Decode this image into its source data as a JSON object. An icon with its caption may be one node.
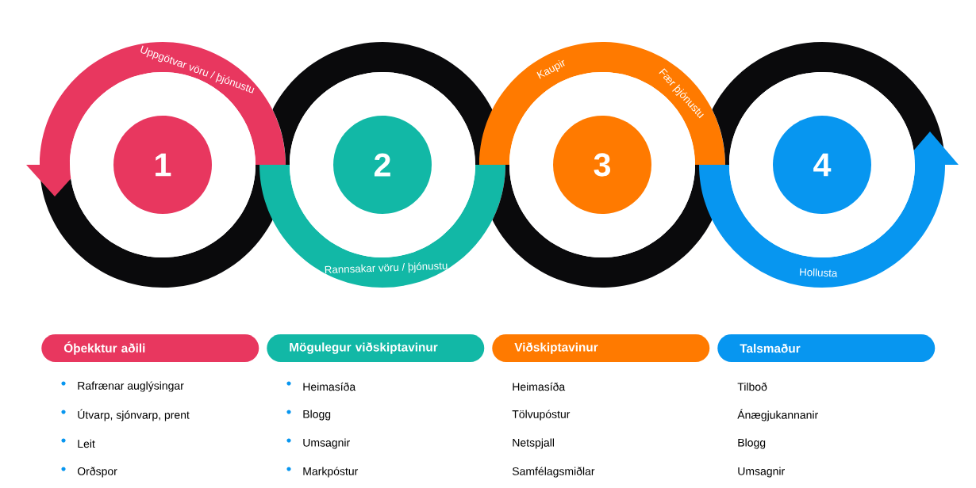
{
  "diagram": {
    "nodes": [
      {
        "text": [],
        "shape": "circle"
      },
      {
        "text": [
          "1"
        ],
        "in": 0
      },
      {
        "text": [],
        "shape": "circle"
      },
      {
        "text": [
          "2"
        ],
        "in": 2
      },
      {
        "text": [],
        "shape": "circle"
      },
      {
        "text": [
          "3"
        ],
        "in": 4
      },
      {
        "text": [],
        "shape": "circle"
      },
      {
        "text": [
          "4"
        ],
        "in": 6
      },
      {
        "text": [
          "Óþekktur aðili"
        ]
      },
      {
        "text": [
          "Mögulegur viðskiptavinur"
        ]
      },
      {
        "text": [
          "Viðskiptavinur"
        ]
      },
      {
        "text": [
          "Talsmaður"
        ]
      }
    ],
    "labels": [
      "Uppgötvar vöru / þjónustu",
      "Rannsakar vöru / þjónustu",
      "Kaupir",
      "Fær þjónustu",
      "Hollusta",
      "Rafrænar auglýsingar",
      "Heimasíða",
      "Heimasíða",
      "Tilboð",
      "Útvarp, sjónvarp, prent",
      "Blogg",
      "Tölvupóstur",
      "Ánægjukannanir",
      "Leit",
      "Umsagnir",
      "Netspjall",
      "Blogg",
      "Orðspor",
      "Markpóstur",
      "Samfélagsmiðlar",
      "Umsagnir"
    ]
  }
}
